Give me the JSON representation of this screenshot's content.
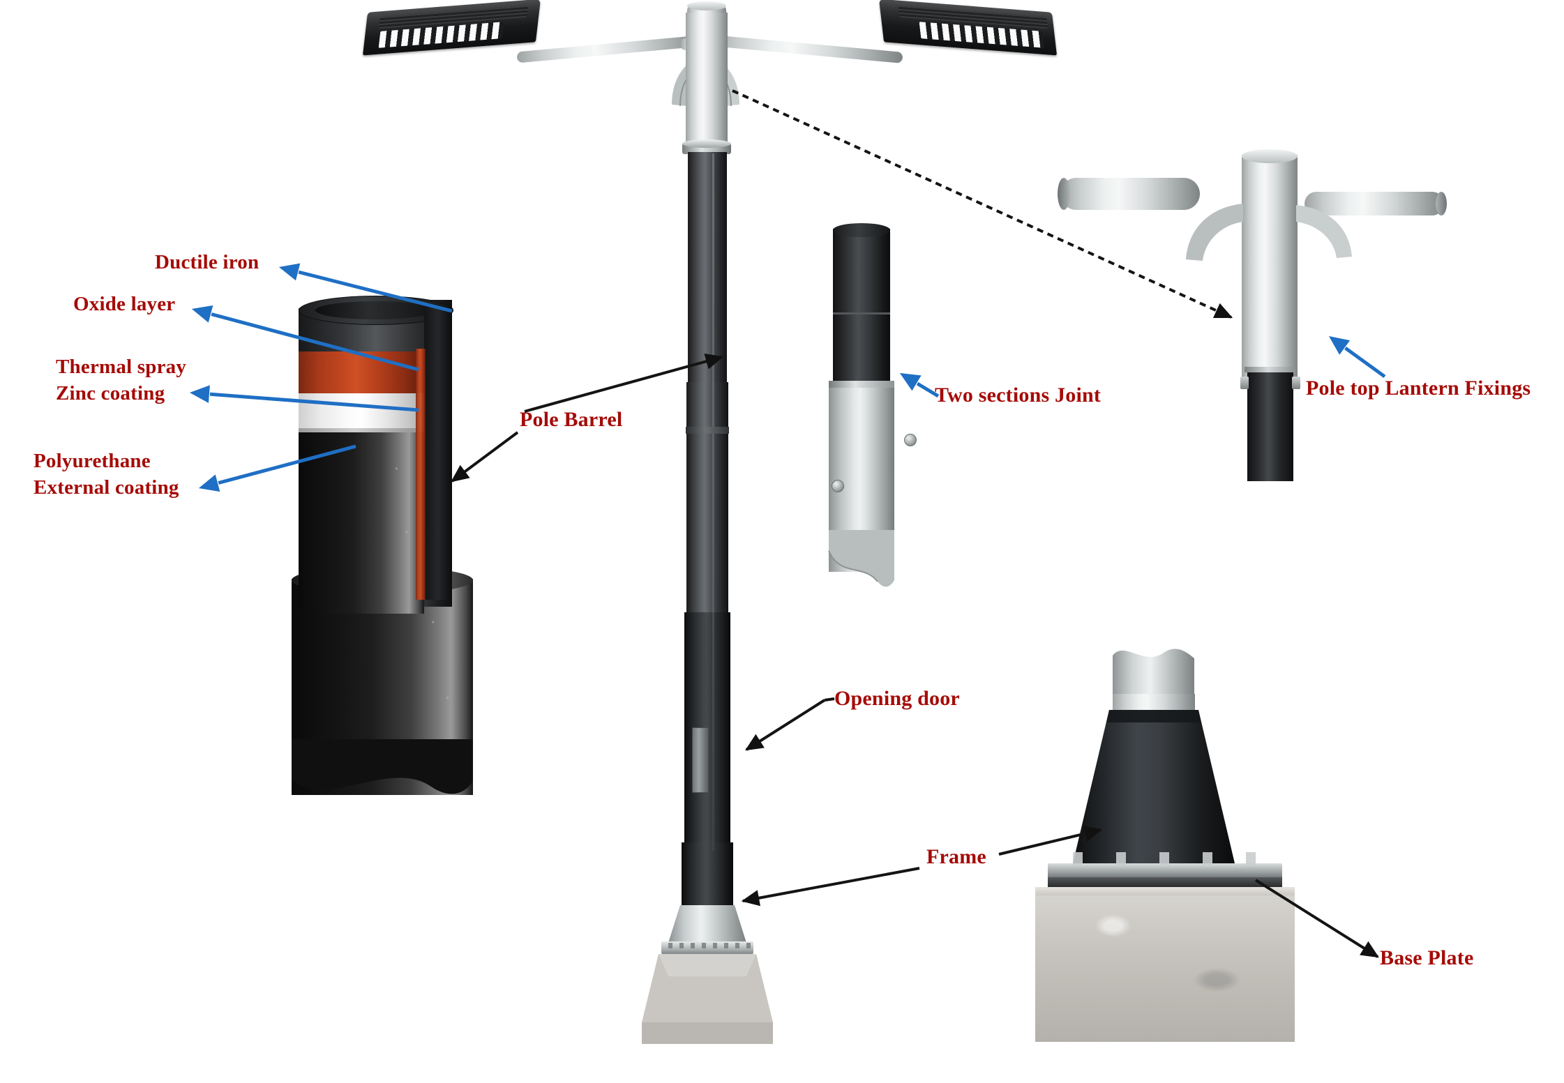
{
  "diagram": {
    "title": "Ductile iron street lighting column - component callouts",
    "label_color": "#a50b07",
    "blue_arrow_color": "#1f6fc4",
    "black_arrow_color": "#141414"
  },
  "labels": {
    "ductile_iron": "Ductile iron",
    "oxide_layer": "Oxide layer",
    "thermal_spray_line1": "Thermal spray",
    "thermal_spray_line2": "Zinc coating",
    "polyurethane_line1": "Polyurethane",
    "polyurethane_line2": "External coating",
    "pole_barrel": "Pole Barrel",
    "two_sections_joint": "Two sections Joint",
    "pole_top_lantern_fixings": "Pole top Lantern Fixings",
    "opening_door": "Opening door",
    "frame": "Frame",
    "base_plate": "Base Plate"
  },
  "callouts": [
    {
      "name": "ductile-iron",
      "text": "Ductile iron",
      "arrow": "blue"
    },
    {
      "name": "oxide-layer",
      "text": "Oxide layer",
      "arrow": "blue"
    },
    {
      "name": "thermal-spray-zinc",
      "text": "Thermal spray Zinc coating",
      "arrow": "blue"
    },
    {
      "name": "polyurethane",
      "text": "Polyurethane External coating",
      "arrow": "blue"
    },
    {
      "name": "pole-barrel",
      "text": "Pole Barrel",
      "arrow": "black"
    },
    {
      "name": "two-sections-joint",
      "text": "Two sections Joint",
      "arrow": "blue"
    },
    {
      "name": "pole-top-lantern-fixings",
      "text": "Pole top Lantern Fixings",
      "arrow": "blue"
    },
    {
      "name": "opening-door",
      "text": "Opening door",
      "arrow": "black"
    },
    {
      "name": "frame",
      "text": "Frame",
      "arrow": "black"
    },
    {
      "name": "base-plate",
      "text": "Base Plate",
      "arrow": "black"
    }
  ],
  "cutaway_layers": [
    {
      "name": "ductile-iron",
      "color": "#2b2b2d"
    },
    {
      "name": "oxide-layer",
      "color": "#c0451f"
    },
    {
      "name": "zinc-coating",
      "color": "#ffffff"
    },
    {
      "name": "polyurethane",
      "color": "#111111"
    }
  ]
}
